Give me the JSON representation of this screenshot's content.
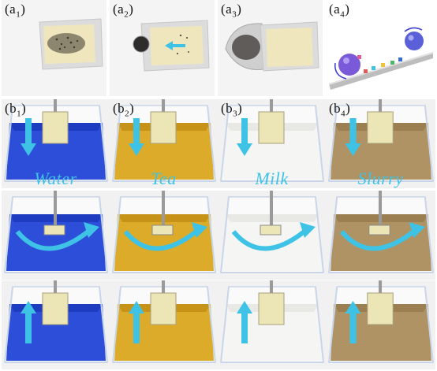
{
  "top_row": {
    "labels": [
      {
        "main": "(a",
        "sub": "1",
        "end": ")"
      },
      {
        "main": "(a",
        "sub": "2",
        "end": ")"
      },
      {
        "main": "(a",
        "sub": "3",
        "end": ")"
      },
      {
        "main": "(a",
        "sub": "4",
        "end": ")"
      }
    ]
  },
  "columns": [
    {
      "label": {
        "main": "(b",
        "sub": "1",
        "end": ")"
      },
      "liquid": "Water",
      "color": "#1b3fd6",
      "deep": "#0d2aa8"
    },
    {
      "label": {
        "main": "(b",
        "sub": "2",
        "end": ")"
      },
      "liquid": "Tea",
      "color": "#d9a417",
      "deep": "#b07c08"
    },
    {
      "label": {
        "main": "(b",
        "sub": "3",
        "end": ")"
      },
      "liquid": "Milk",
      "color": "#f4f4f2",
      "deep": "#dcdcd8"
    },
    {
      "label": {
        "main": "(b",
        "sub": "4",
        "end": ")"
      },
      "liquid": "Slurry",
      "color": "#a88a57",
      "deep": "#8a6c3c"
    }
  ],
  "colors": {
    "arrow": "#3ec3e6",
    "sample": "#ece5b6",
    "glass": "#c9d6ea"
  }
}
